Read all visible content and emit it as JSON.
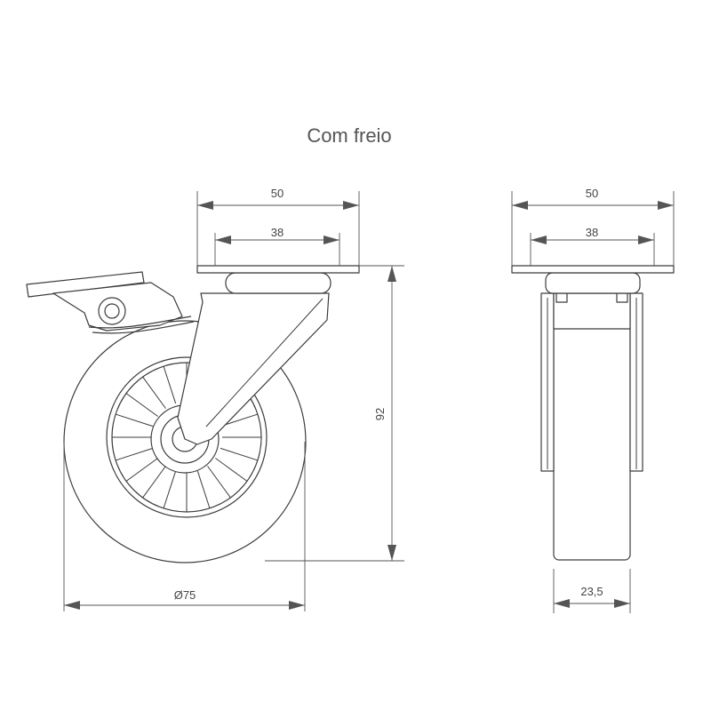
{
  "title": "Com freio",
  "dimensions": {
    "side_plate_width": "50",
    "side_hole_spacing": "38",
    "height": "92",
    "wheel_diameter": "Ø75",
    "front_plate_width": "50",
    "front_hole_spacing": "38",
    "wheel_width": "23,5"
  },
  "colors": {
    "line": "#3c3c3c",
    "dimension": "#555555"
  }
}
